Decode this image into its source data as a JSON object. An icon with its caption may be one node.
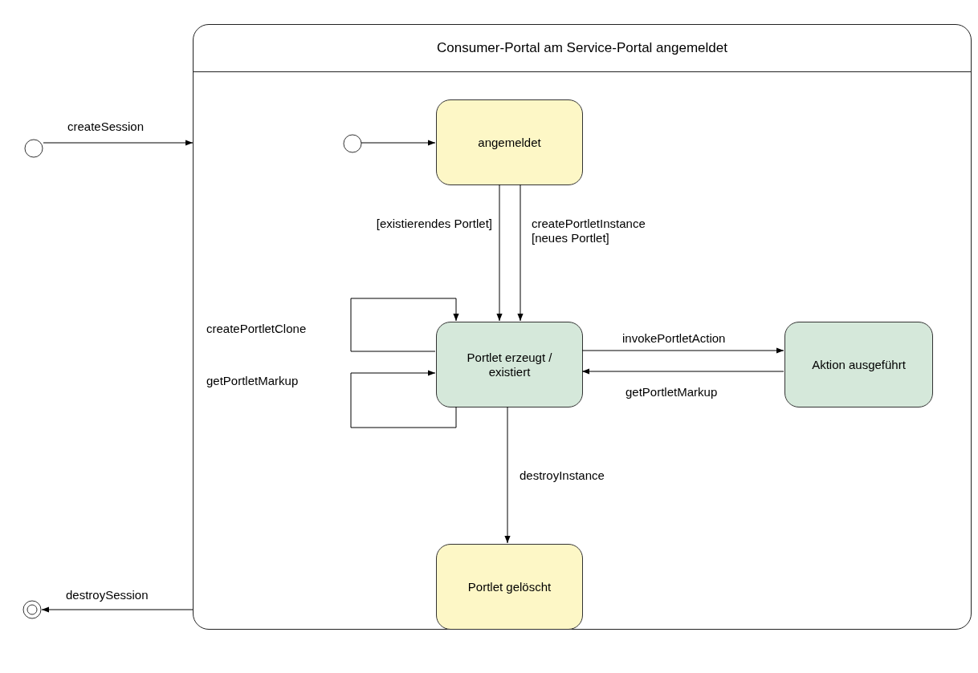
{
  "diagram": {
    "nodes": [
      {
        "text": [
          "Consumer-Portal am Service-Portal angemeldet"
        ]
      },
      {
        "text": [],
        "shape": "circle"
      },
      {
        "text": [],
        "shape": "circle",
        "in": 0
      },
      {
        "text": [
          "angemeldet"
        ],
        "in": 0
      },
      {
        "text": [
          "Portlet erzeugt / existiert"
        ],
        "in": 0
      },
      {
        "text": [
          "Aktion ausgeführt"
        ],
        "in": 0
      },
      {
        "text": [
          "Portlet gelöscht"
        ],
        "in": 0
      },
      {
        "text": [],
        "shape": "bullseye"
      }
    ],
    "edges": [
      {
        "from": 1,
        "to": 0,
        "arrow": "to",
        "label": "createSession"
      },
      {
        "from": 2,
        "to": 3,
        "arrow": "to"
      },
      {
        "from": 3,
        "to": 4,
        "arrow": "to",
        "label": "[existierendes Portlet]"
      },
      {
        "from": 3,
        "to": 4,
        "arrow": "to",
        "label": "createPortletInstance [neues Portlet]"
      },
      {
        "from": 4,
        "to": 4,
        "arrow": "to",
        "label": "createPortletClone"
      },
      {
        "from": 4,
        "to": 4,
        "arrow": "to",
        "label": "getPortletMarkup"
      },
      {
        "from": 4,
        "to": 5,
        "arrow": "to",
        "label": "invokePortletAction"
      },
      {
        "from": 5,
        "to": 4,
        "arrow": "to",
        "label": "getPortletMarkup"
      },
      {
        "from": 4,
        "to": 6,
        "arrow": "to",
        "label": "destroyInstance"
      },
      {
        "from": 0,
        "to": 7,
        "arrow": "to",
        "label": "destroySession"
      }
    ]
  }
}
